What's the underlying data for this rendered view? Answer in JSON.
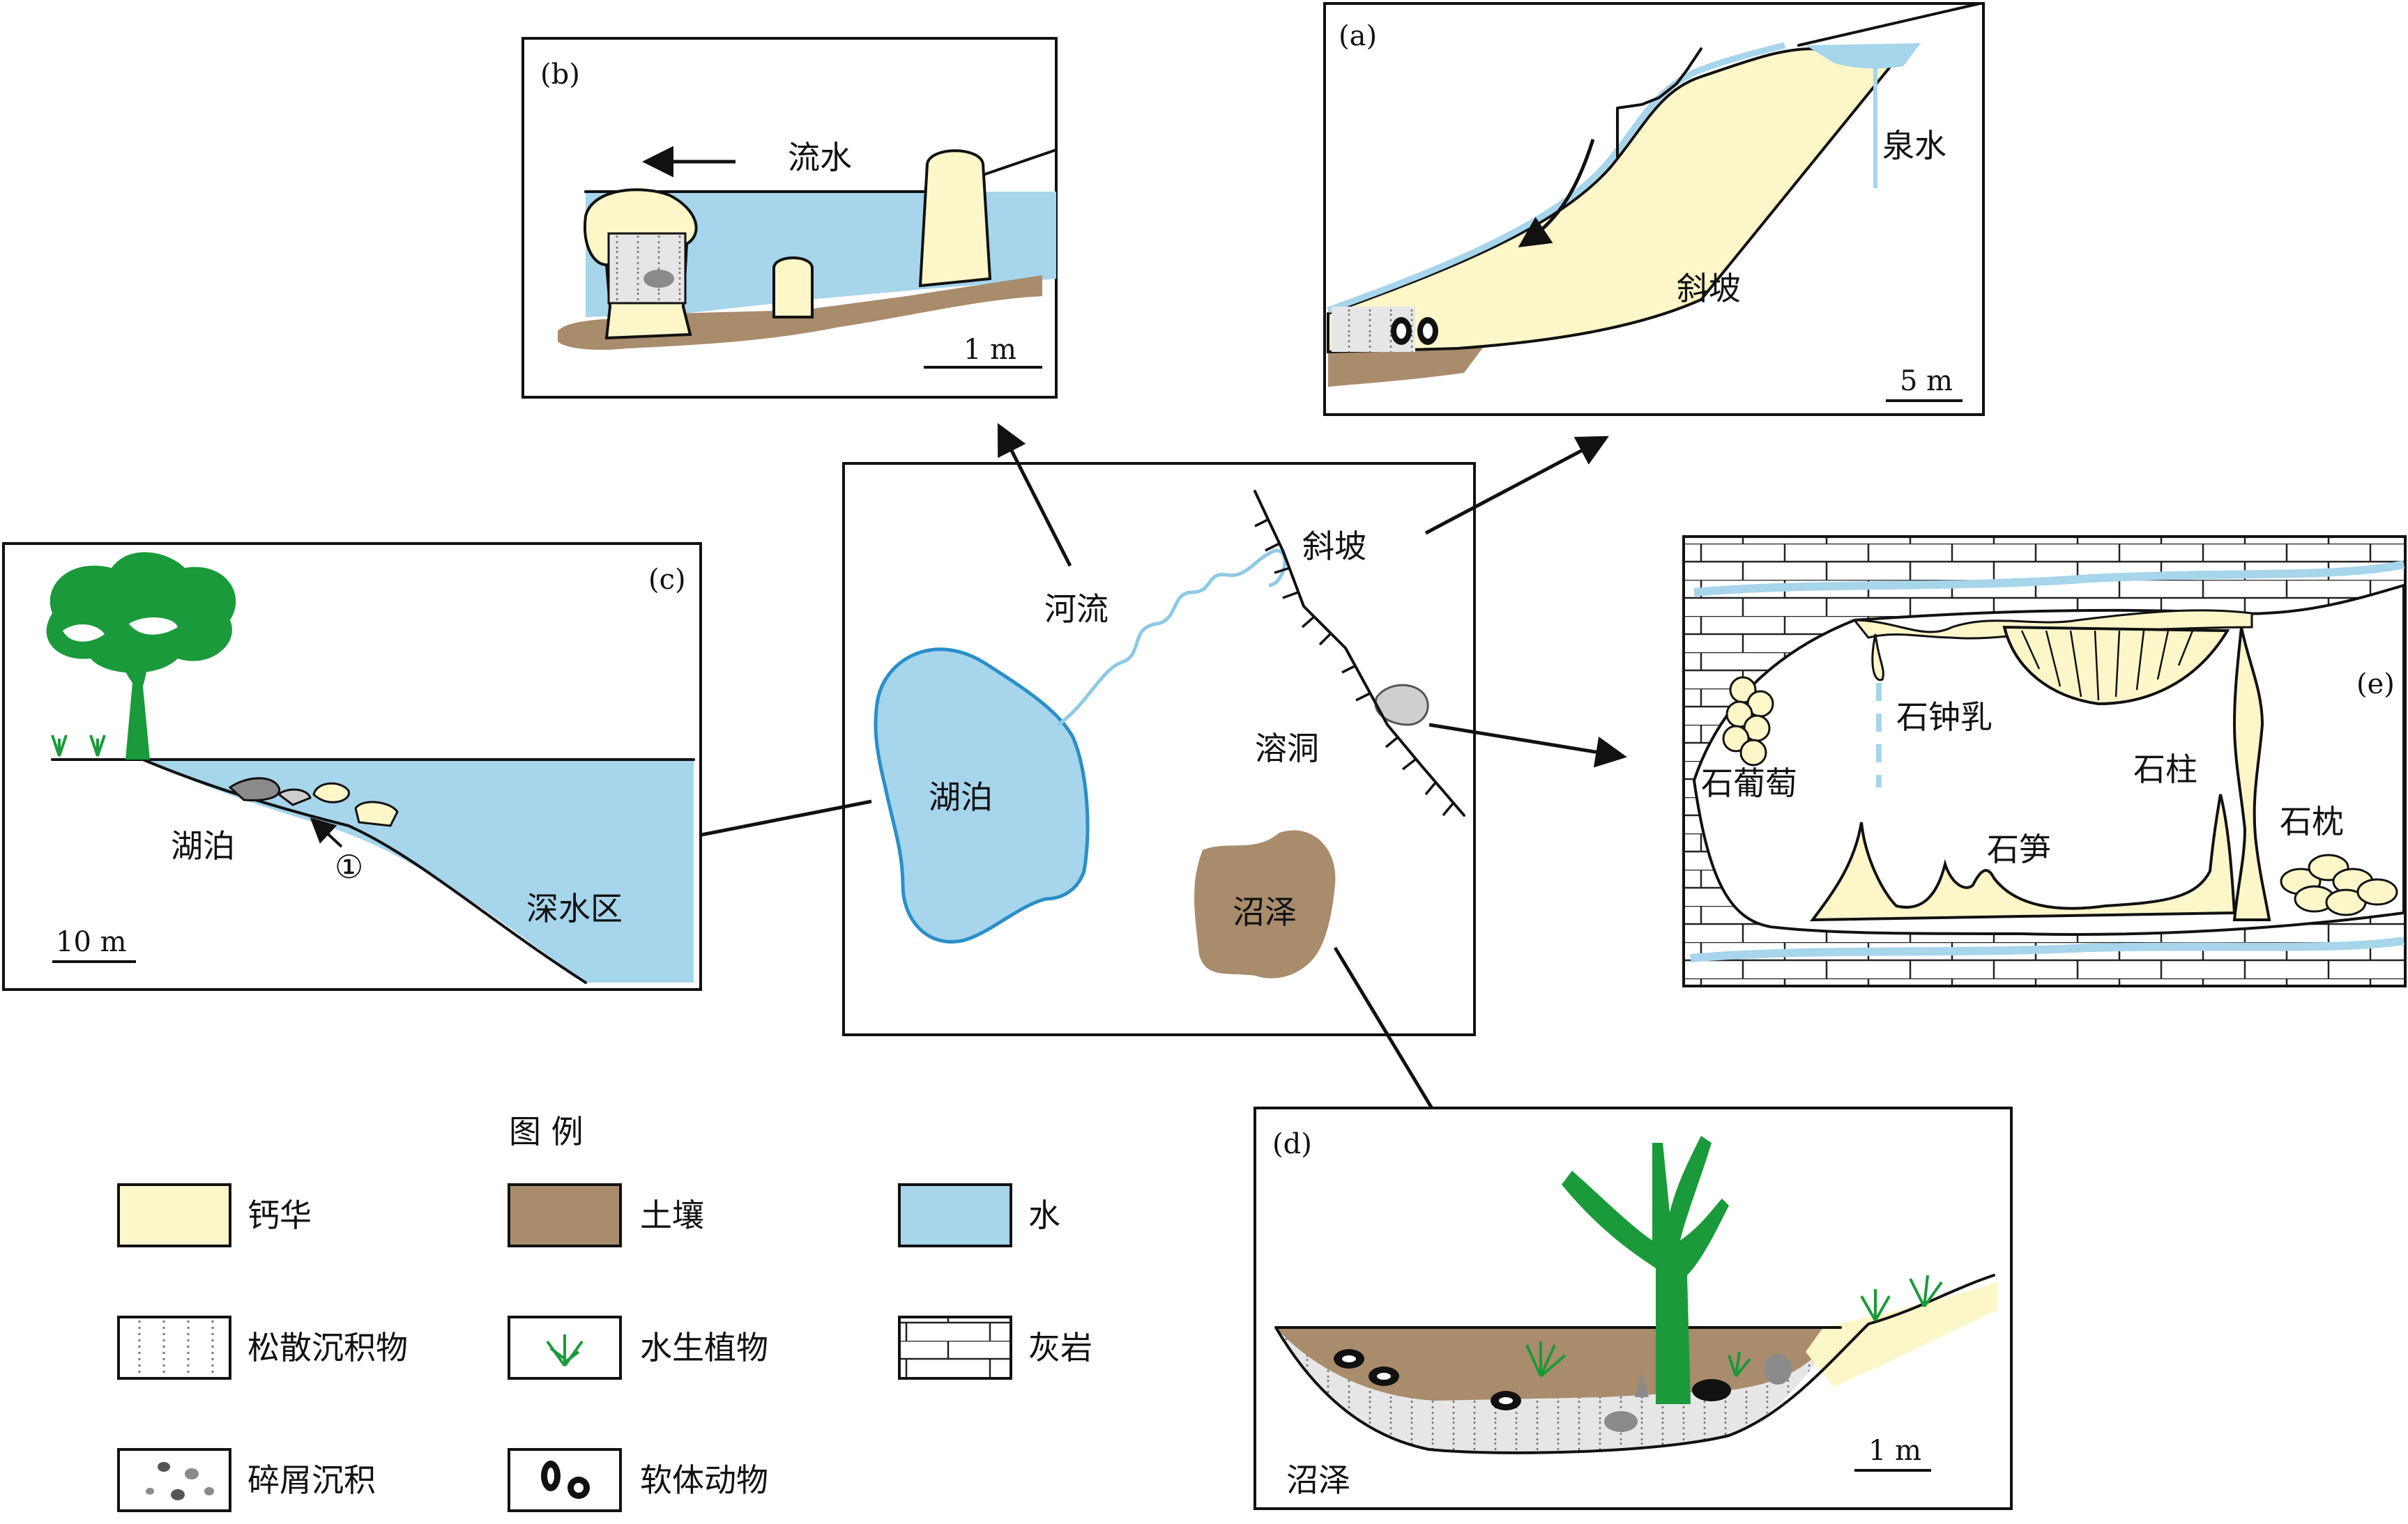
{
  "colors": {
    "tufa": "#fdf6c8",
    "soil": "#a88c6c",
    "water": "#a6d5ec",
    "water_line": "#2a8fc8",
    "plant": "#1a9a3a",
    "limestone": "#ffffff",
    "ink": "#111111"
  },
  "center_map": {
    "river": "河流",
    "slope": "斜坡",
    "cave": "溶洞",
    "lake": "湖泊",
    "swamp": "沼泽"
  },
  "panel_a": {
    "tag": "(a)",
    "spring": "泉水",
    "slope": "斜坡",
    "scale": "5 m"
  },
  "panel_b": {
    "tag": "(b)",
    "flow": "流水",
    "scale": "1 m"
  },
  "panel_c": {
    "tag": "(c)",
    "lake": "湖泊",
    "deep": "深水区",
    "marker": "①",
    "scale": "10 m"
  },
  "panel_d": {
    "tag": "(d)",
    "swamp": "沼泽",
    "scale": "1 m"
  },
  "panel_e": {
    "tag": "(e)",
    "stalactite": "石钟乳",
    "column": "石柱",
    "grape": "石葡萄",
    "stalagmite": "石笋",
    "pillow": "石枕"
  },
  "legend": {
    "title": "图 例",
    "items": [
      {
        "label": "钙华",
        "icon": "tufa-swatch"
      },
      {
        "label": "土壤",
        "icon": "soil-swatch"
      },
      {
        "label": "水",
        "icon": "water-swatch"
      },
      {
        "label": "松散沉积物",
        "icon": "loose-sediment-swatch"
      },
      {
        "label": "水生植物",
        "icon": "aquatic-plant-swatch"
      },
      {
        "label": "灰岩",
        "icon": "limestone-swatch"
      },
      {
        "label": "碎屑沉积",
        "icon": "clastic-sediment-swatch"
      },
      {
        "label": "软体动物",
        "icon": "mollusc-swatch"
      }
    ]
  }
}
